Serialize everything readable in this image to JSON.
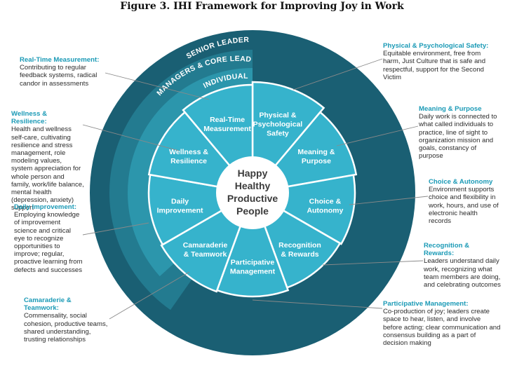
{
  "title": "Figure 3. IHI Framework for Improving Joy in Work",
  "center": {
    "lines": [
      "Happy",
      "Healthy",
      "Productive",
      "People"
    ]
  },
  "rings": {
    "senior": "SENIOR LEADERS",
    "managers": "MANAGERS & CORE LEADERS",
    "individuals": "INDIVIDUALS"
  },
  "segments": [
    {
      "id": "safety",
      "lines": [
        "Physical &",
        "Psychological",
        "Safety"
      ]
    },
    {
      "id": "meaning",
      "lines": [
        "Meaning &",
        "Purpose"
      ]
    },
    {
      "id": "choice",
      "lines": [
        "Choice &",
        "Autonomy"
      ]
    },
    {
      "id": "recognition",
      "lines": [
        "Recognition",
        "& Rewards"
      ]
    },
    {
      "id": "participative",
      "lines": [
        "Participative",
        "Management"
      ]
    },
    {
      "id": "camaraderie",
      "lines": [
        "Camaraderie",
        "& Teamwork"
      ]
    },
    {
      "id": "daily",
      "lines": [
        "Daily",
        "Improvement"
      ]
    },
    {
      "id": "wellness",
      "lines": [
        "Wellness &",
        "Resilience"
      ]
    },
    {
      "id": "realtime",
      "lines": [
        "Real-Time",
        "Measurement"
      ]
    }
  ],
  "callouts": {
    "realtime": {
      "heading": "Real-Time Measurement:",
      "body": "Contributing to regular feedback systems, radical candor in assessments"
    },
    "wellness": {
      "heading": "Wellness & Resilience:",
      "body": "Health and wellness self-care, cultivating resilience and stress management, role modeling values, system appreciation for whole person and family, work/life balance, mental health (depression, anxiety) support"
    },
    "daily": {
      "heading": "Daily Improvement:",
      "body": "Employing knowledge of improvement science and critical eye to recognize opportunities to improve; regular, proactive learning from defects and successes"
    },
    "camaraderie": {
      "heading": "Camaraderie & Teamwork:",
      "body": "Commensality, social cohesion, productive teams, shared understanding, trusting relationships"
    },
    "safety": {
      "heading": "Physical & Psychological Safety:",
      "body": "Equitable environment, free from harm, Just Culture that is safe and respectful, support for the Second Victim"
    },
    "meaning": {
      "heading": "Meaning & Purpose",
      "body": "Daily work is connected to what called individuals to practice, line of sight to organization mission and goals, constancy of purpose"
    },
    "choice": {
      "heading": "Choice & Autonomy",
      "body": "Environment supports choice and flexibility in work, hours, and use of electronic health records"
    },
    "recognition": {
      "heading": "Recognition & Rewards:",
      "body": "Leaders understand daily work, recognizing what team members are doing, and celebrating outcomes"
    },
    "participative": {
      "heading": "Participative Management:",
      "body": "Co-production of joy; leaders create space to hear, listen, and involve before acting; clear communication and consensus building as a part of decision making"
    }
  },
  "colors": {
    "outer_ring": "#1a5f73",
    "middle_ring": "#237b90",
    "inner_ring": "#2c96ac",
    "segment": "#36b3cc",
    "center_fill": "#ffffff",
    "callout_heading": "#1b9ab6"
  }
}
